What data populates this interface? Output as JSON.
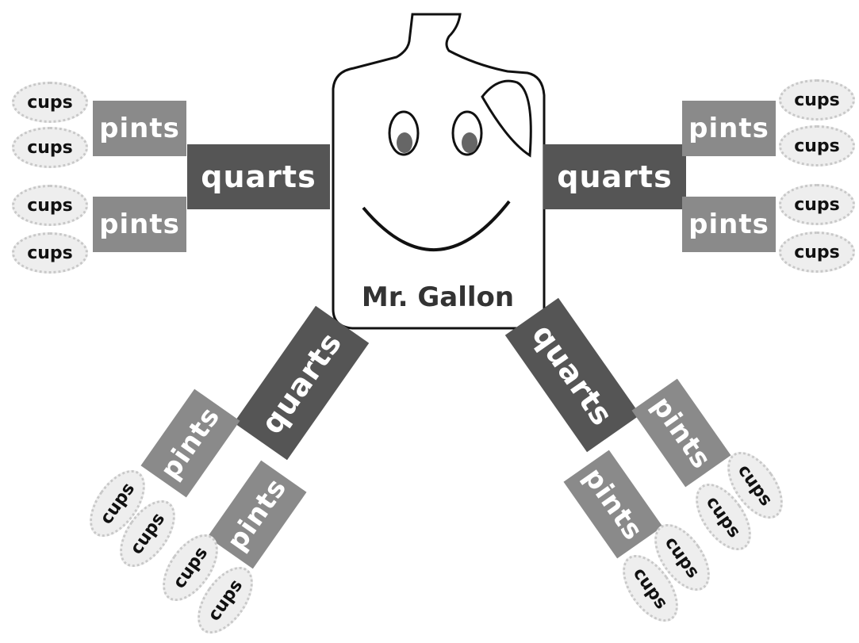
{
  "gallon": {
    "label": "Mr. Gallon",
    "quarts": [
      {
        "label": "quarts",
        "pints": [
          {
            "label": "pints",
            "cups": [
              "cups",
              "cups"
            ]
          },
          {
            "label": "pints",
            "cups": [
              "cups",
              "cups"
            ]
          }
        ]
      },
      {
        "label": "quarts",
        "pints": [
          {
            "label": "pints",
            "cups": [
              "cups",
              "cups"
            ]
          },
          {
            "label": "pints",
            "cups": [
              "cups",
              "cups"
            ]
          }
        ]
      },
      {
        "label": "quarts",
        "pints": [
          {
            "label": "pints",
            "cups": [
              "cups",
              "cups"
            ]
          },
          {
            "label": "pints",
            "cups": [
              "cups",
              "cups"
            ]
          }
        ]
      },
      {
        "label": "quarts",
        "pints": [
          {
            "label": "pints",
            "cups": [
              "cups",
              "cups"
            ]
          },
          {
            "label": "pints",
            "cups": [
              "cups",
              "cups"
            ]
          }
        ]
      }
    ]
  },
  "colors": {
    "quarts": "#555555",
    "pints": "#8a8a8a",
    "cups_fill": "#eeeeee",
    "cups_border": "#c8c8c8",
    "cups_text": "#111111",
    "label_text": "#ffffff",
    "jug_outline": "#111111",
    "jug_fill": "#ffffff",
    "gallon_text": "#333333"
  }
}
